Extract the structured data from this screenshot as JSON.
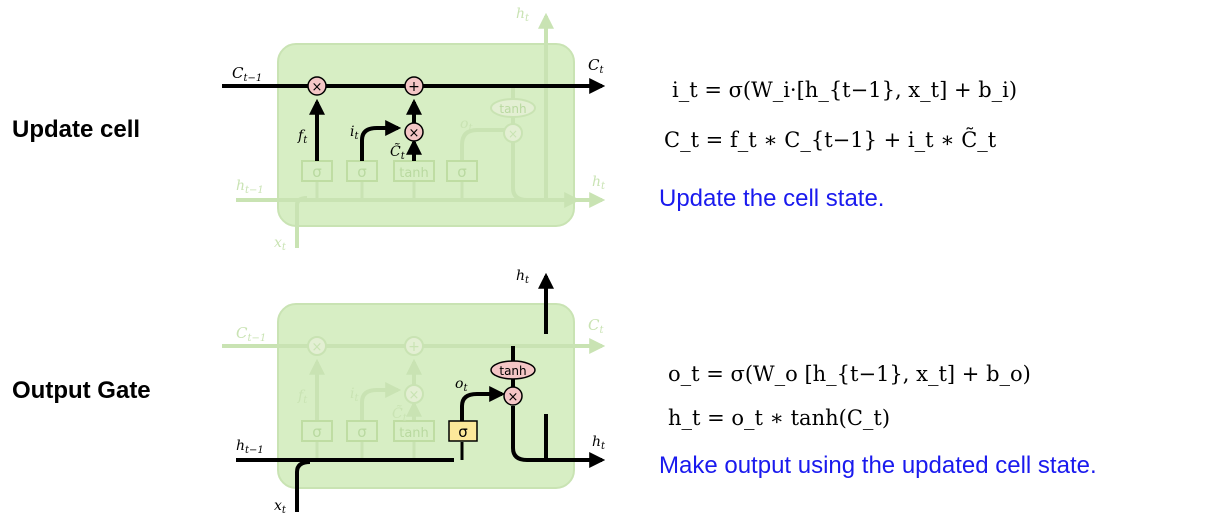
{
  "sections": {
    "update": {
      "label": "Update cell",
      "caption": "Update the cell state.",
      "equations": [
        "i_t = σ(W_i·[h_{t−1}, x_t] + b_i)",
        "C_t = f_t ∗ C_{t−1} + i_t ∗ C̃_t"
      ]
    },
    "output": {
      "label": "Output Gate",
      "caption": "Make output using the updated cell state.",
      "equations": [
        "o_t = σ(W_o [h_{t−1}, x_t] + b_o)",
        "h_t = o_t ∗ tanh(C_t)"
      ]
    }
  },
  "diagram_labels": {
    "c_prev": "C",
    "c_prev_sub": "t−1",
    "c_t": "C",
    "c_t_sub": "t",
    "h_prev": "h",
    "h_prev_sub": "t−1",
    "h_t": "h",
    "h_t_sub": "t",
    "x_t": "x",
    "x_t_sub": "t",
    "f_t": "f",
    "f_t_sub": "t",
    "i_t": "i",
    "i_t_sub": "t",
    "o_t": "o",
    "o_t_sub": "t",
    "c_tilde": "C̃",
    "c_tilde_sub": "t",
    "sigma": "σ",
    "tanh": "tanh",
    "times": "×",
    "plus": "+"
  },
  "colors": {
    "cell_fill": "#d7eec4",
    "faded_line": "#c9e3b3",
    "op_fill": "#f4c6c6",
    "gate_highlight": "#fce89a",
    "caption": "#1a1aee"
  }
}
